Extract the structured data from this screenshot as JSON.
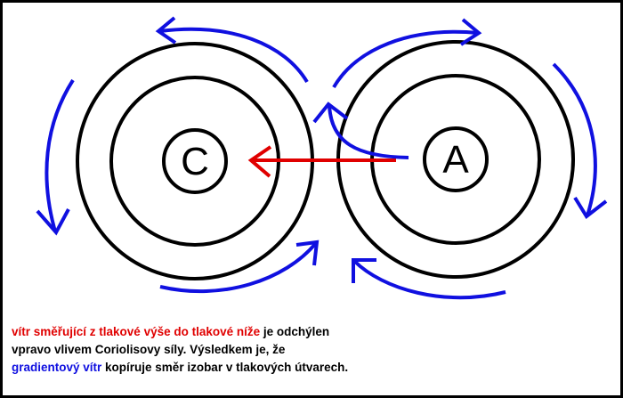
{
  "labels": {
    "low": "C",
    "high": "A"
  },
  "caption": {
    "part1": "vítr směřující z tlakové výše do tlakové níže",
    "part2": " je odchýlen vpravo vlivem Coriolisovy síly. Výsledkem je, že ",
    "part3": "gradientový vítr",
    "part4": " kopíruje směr izobar v tlakových útvarech."
  },
  "colors": {
    "pressure_wind": "#e00000",
    "gradient_wind": "#1010e0",
    "isobars": "#000000"
  }
}
